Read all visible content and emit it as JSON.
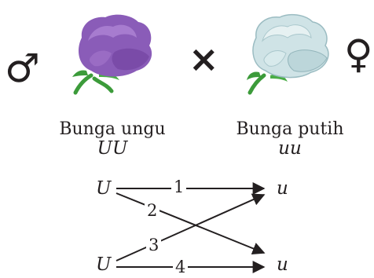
{
  "parents": {
    "male": {
      "sex_symbol": "♂",
      "icon": "purple-rose-icon",
      "name": "Bunga ungu",
      "genotype": "UU",
      "petal_color": "#8a5cb8"
    },
    "cross_symbol": "×",
    "female": {
      "sex_symbol": "♀",
      "icon": "white-rose-icon",
      "name": "Bunga putih",
      "genotype": "uu",
      "petal_color": "#cfe3e6"
    }
  },
  "gametes": {
    "left": [
      "U",
      "U"
    ],
    "right": [
      "u",
      "u"
    ],
    "combinations": [
      {
        "label": "1",
        "from": 0,
        "to": 0
      },
      {
        "label": "2",
        "from": 0,
        "to": 1
      },
      {
        "label": "3",
        "from": 1,
        "to": 0
      },
      {
        "label": "4",
        "from": 1,
        "to": 1
      }
    ]
  },
  "colors": {
    "stem": "#3c9b3a",
    "line": "#231f20"
  }
}
